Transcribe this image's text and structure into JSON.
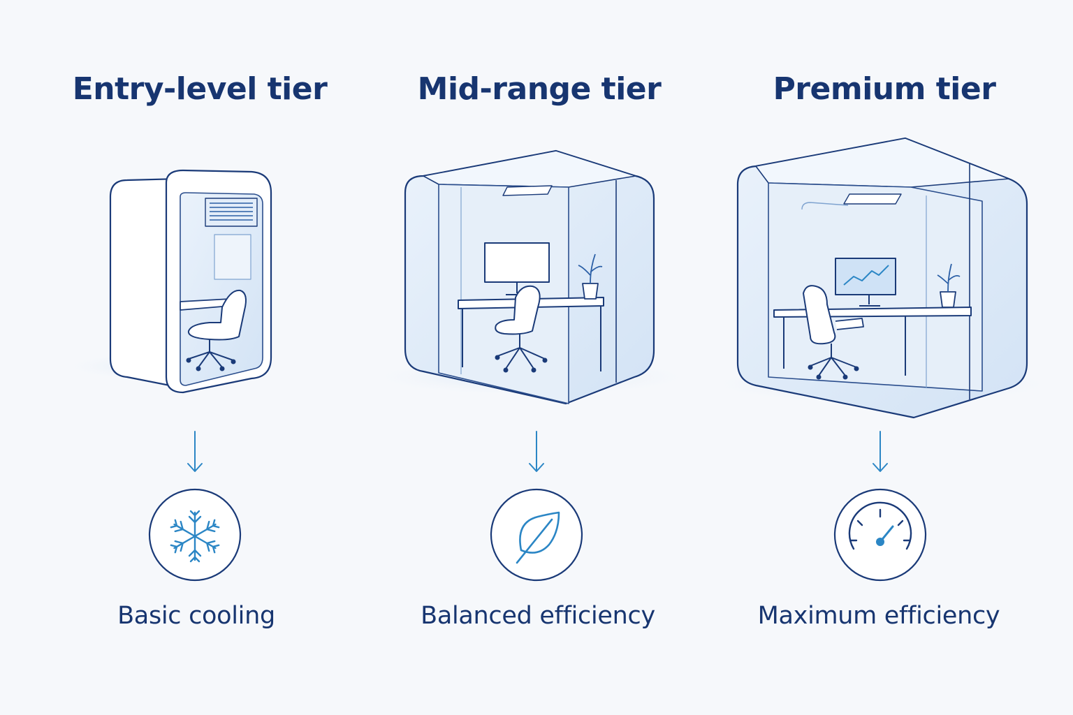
{
  "tiers": [
    {
      "title": "Entry-level tier",
      "label": "Basic cooling",
      "icon": "snowflake-icon"
    },
    {
      "title": "Mid-range tier",
      "label": "Balanced efficiency",
      "icon": "leaf-icon"
    },
    {
      "title": "Premium tier",
      "label": "Maximum efficiency",
      "icon": "gauge-icon"
    }
  ],
  "colors": {
    "outline": "#1a3a78",
    "accent": "#2b86c5",
    "glass": "#dbe8f7",
    "background": "#f6f8fb"
  }
}
